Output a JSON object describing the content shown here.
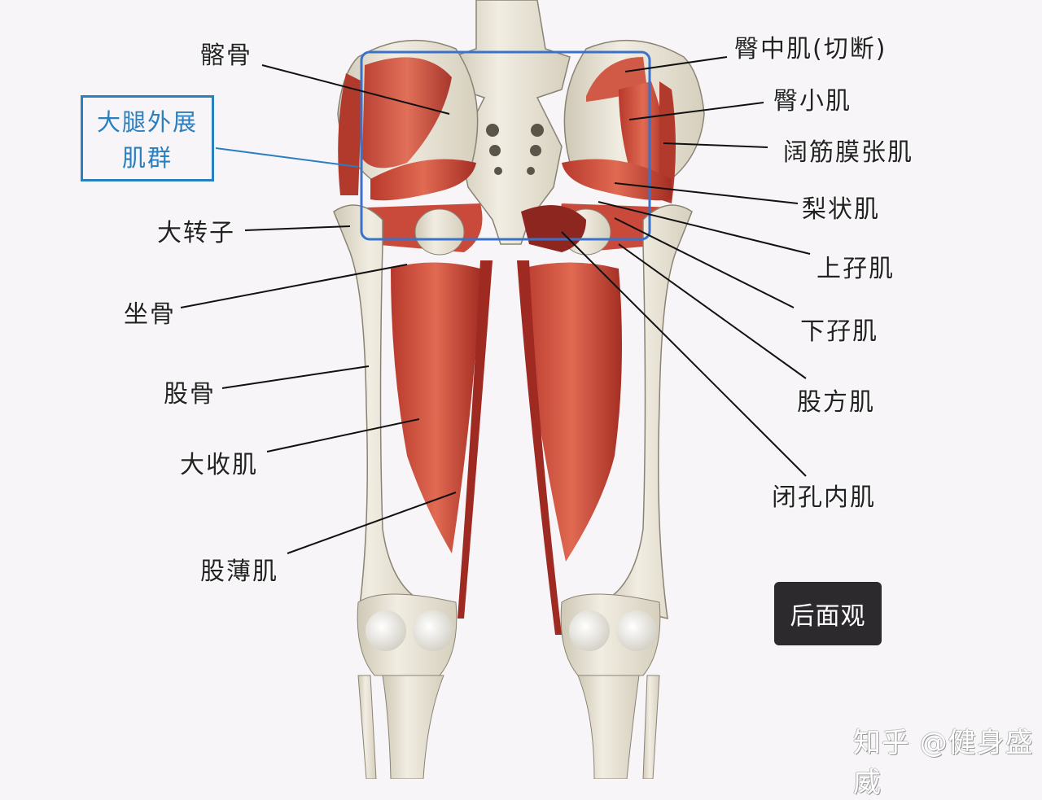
{
  "diagram": {
    "title_badge": "后面观",
    "watermark": "知乎 @健身盛威",
    "highlight_group": {
      "label_line1": "大腿外展",
      "label_line2": "肌群",
      "color": "#2a7fbf"
    },
    "colors": {
      "background": "#f7f5f8",
      "bone": "#e9e4d6",
      "muscle": "#cc4a3a",
      "muscle_dark": "#9e2a22",
      "leader_line": "#111111",
      "highlight_box": "#3b72c9"
    },
    "labels_left": [
      {
        "text": "髂骨"
      },
      {
        "text": "大转子"
      },
      {
        "text": "坐骨"
      },
      {
        "text": "股骨"
      },
      {
        "text": "大收肌"
      },
      {
        "text": "股薄肌"
      }
    ],
    "labels_right": [
      {
        "text": "臀中肌(切断)"
      },
      {
        "text": "臀小肌"
      },
      {
        "text": "阔筋膜张肌"
      },
      {
        "text": "梨状肌"
      },
      {
        "text": "上孖肌"
      },
      {
        "text": "下孖肌"
      },
      {
        "text": "股方肌"
      },
      {
        "text": "闭孔内肌"
      }
    ]
  }
}
